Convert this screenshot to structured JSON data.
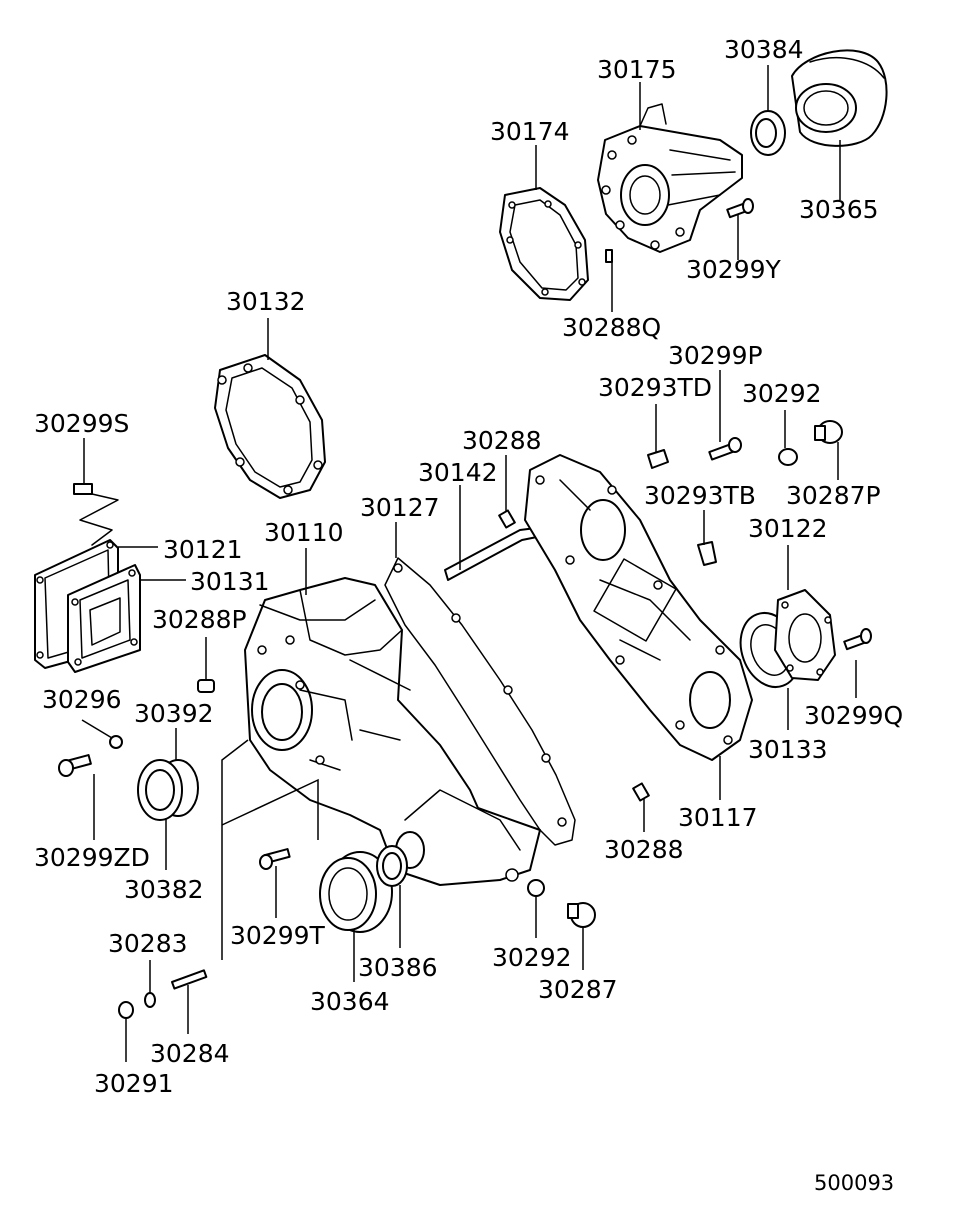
{
  "diagram_id": "500093",
  "parts": {
    "p30384": "30384",
    "p30175": "30175",
    "p30174": "30174",
    "p30365": "30365",
    "p30299Y": "30299Y",
    "p30288Q": "30288Q",
    "p30132": "30132",
    "p30299P": "30299P",
    "p30293TD": "30293TD",
    "p30292a": "30292",
    "p30288a": "30288",
    "p30299S": "30299S",
    "p30142": "30142",
    "p30287P": "30287P",
    "p30293TB": "30293TB",
    "p30127": "30127",
    "p30121": "30121",
    "p30110": "30110",
    "p30122": "30122",
    "p30131": "30131",
    "p30288P": "30288P",
    "p30299Q": "30299Q",
    "p30296": "30296",
    "p30392": "30392",
    "p30133": "30133",
    "p30117": "30117",
    "p30288b": "30288",
    "p30299ZD": "30299ZD",
    "p30382": "30382",
    "p30299T": "30299T",
    "p30283": "30283",
    "p30386": "30386",
    "p30292b": "30292",
    "p30287": "30287",
    "p30364": "30364",
    "p30284": "30284",
    "p30291": "30291"
  }
}
